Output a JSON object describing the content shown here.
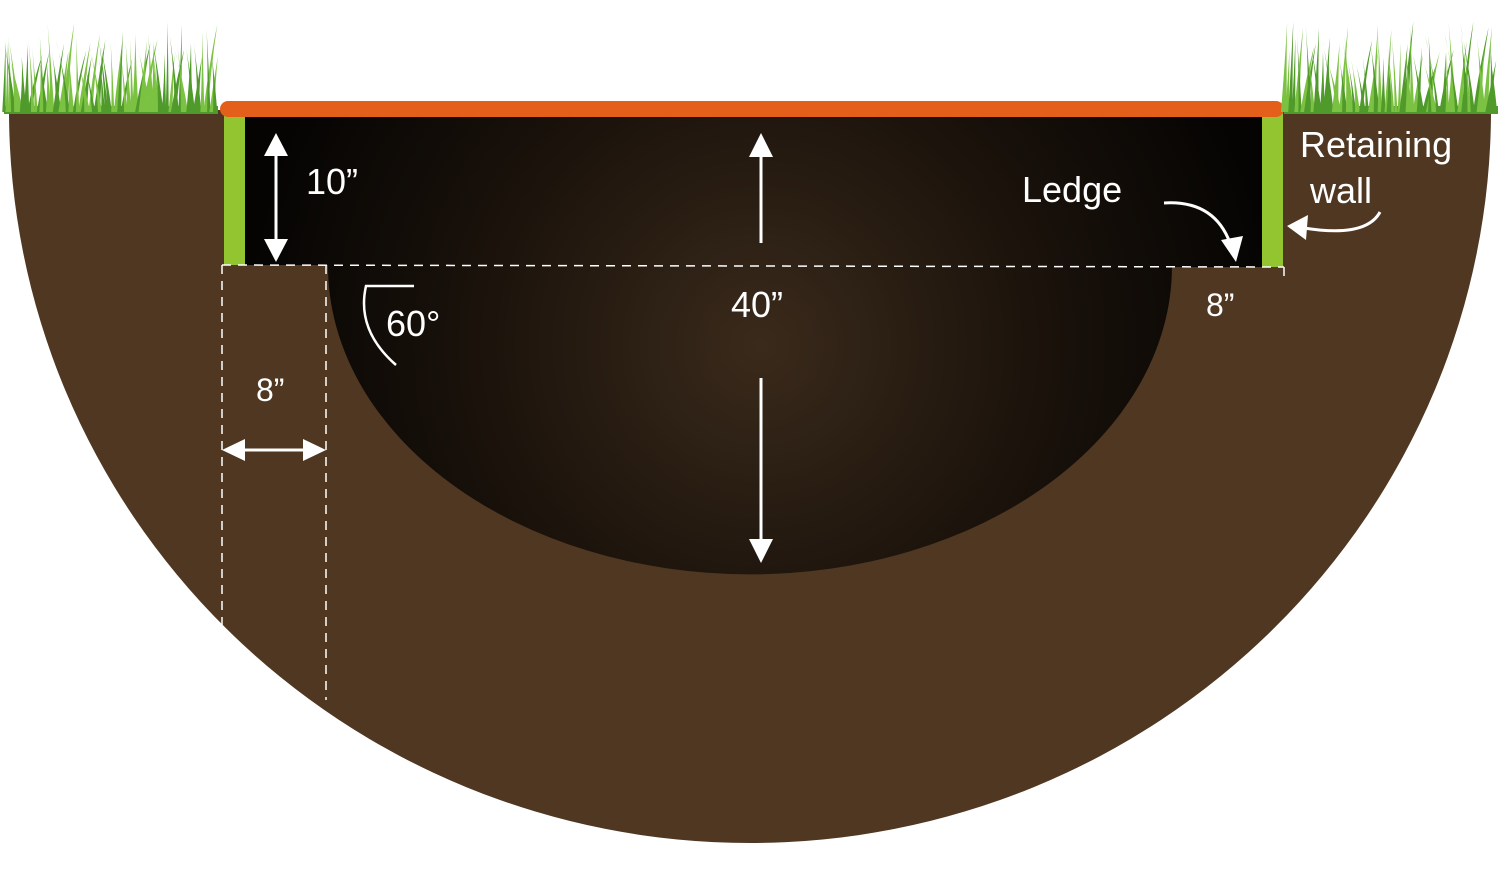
{
  "labels": {
    "wall_height": "10”",
    "depth": "40”",
    "angle": "60°",
    "ledge": "Ledge",
    "ledge_width_right": "8”",
    "ledge_width_left": "8”",
    "retaining_wall_line1": "Retaining",
    "retaining_wall_line2": "wall"
  },
  "colors": {
    "soil": "#4f3722",
    "hole_dark": "#050403",
    "hole_center": "#3a2a1b",
    "grass": "#7cc242",
    "grass_dark": "#4f9a2a",
    "retaining_wall": "#93c531",
    "cover_rim": "#e4601a",
    "annotation": "#ffffff",
    "background": "#ffffff"
  },
  "icons": {
    "grass_left": "grass-tuft-icon",
    "grass_right": "grass-tuft-icon"
  }
}
